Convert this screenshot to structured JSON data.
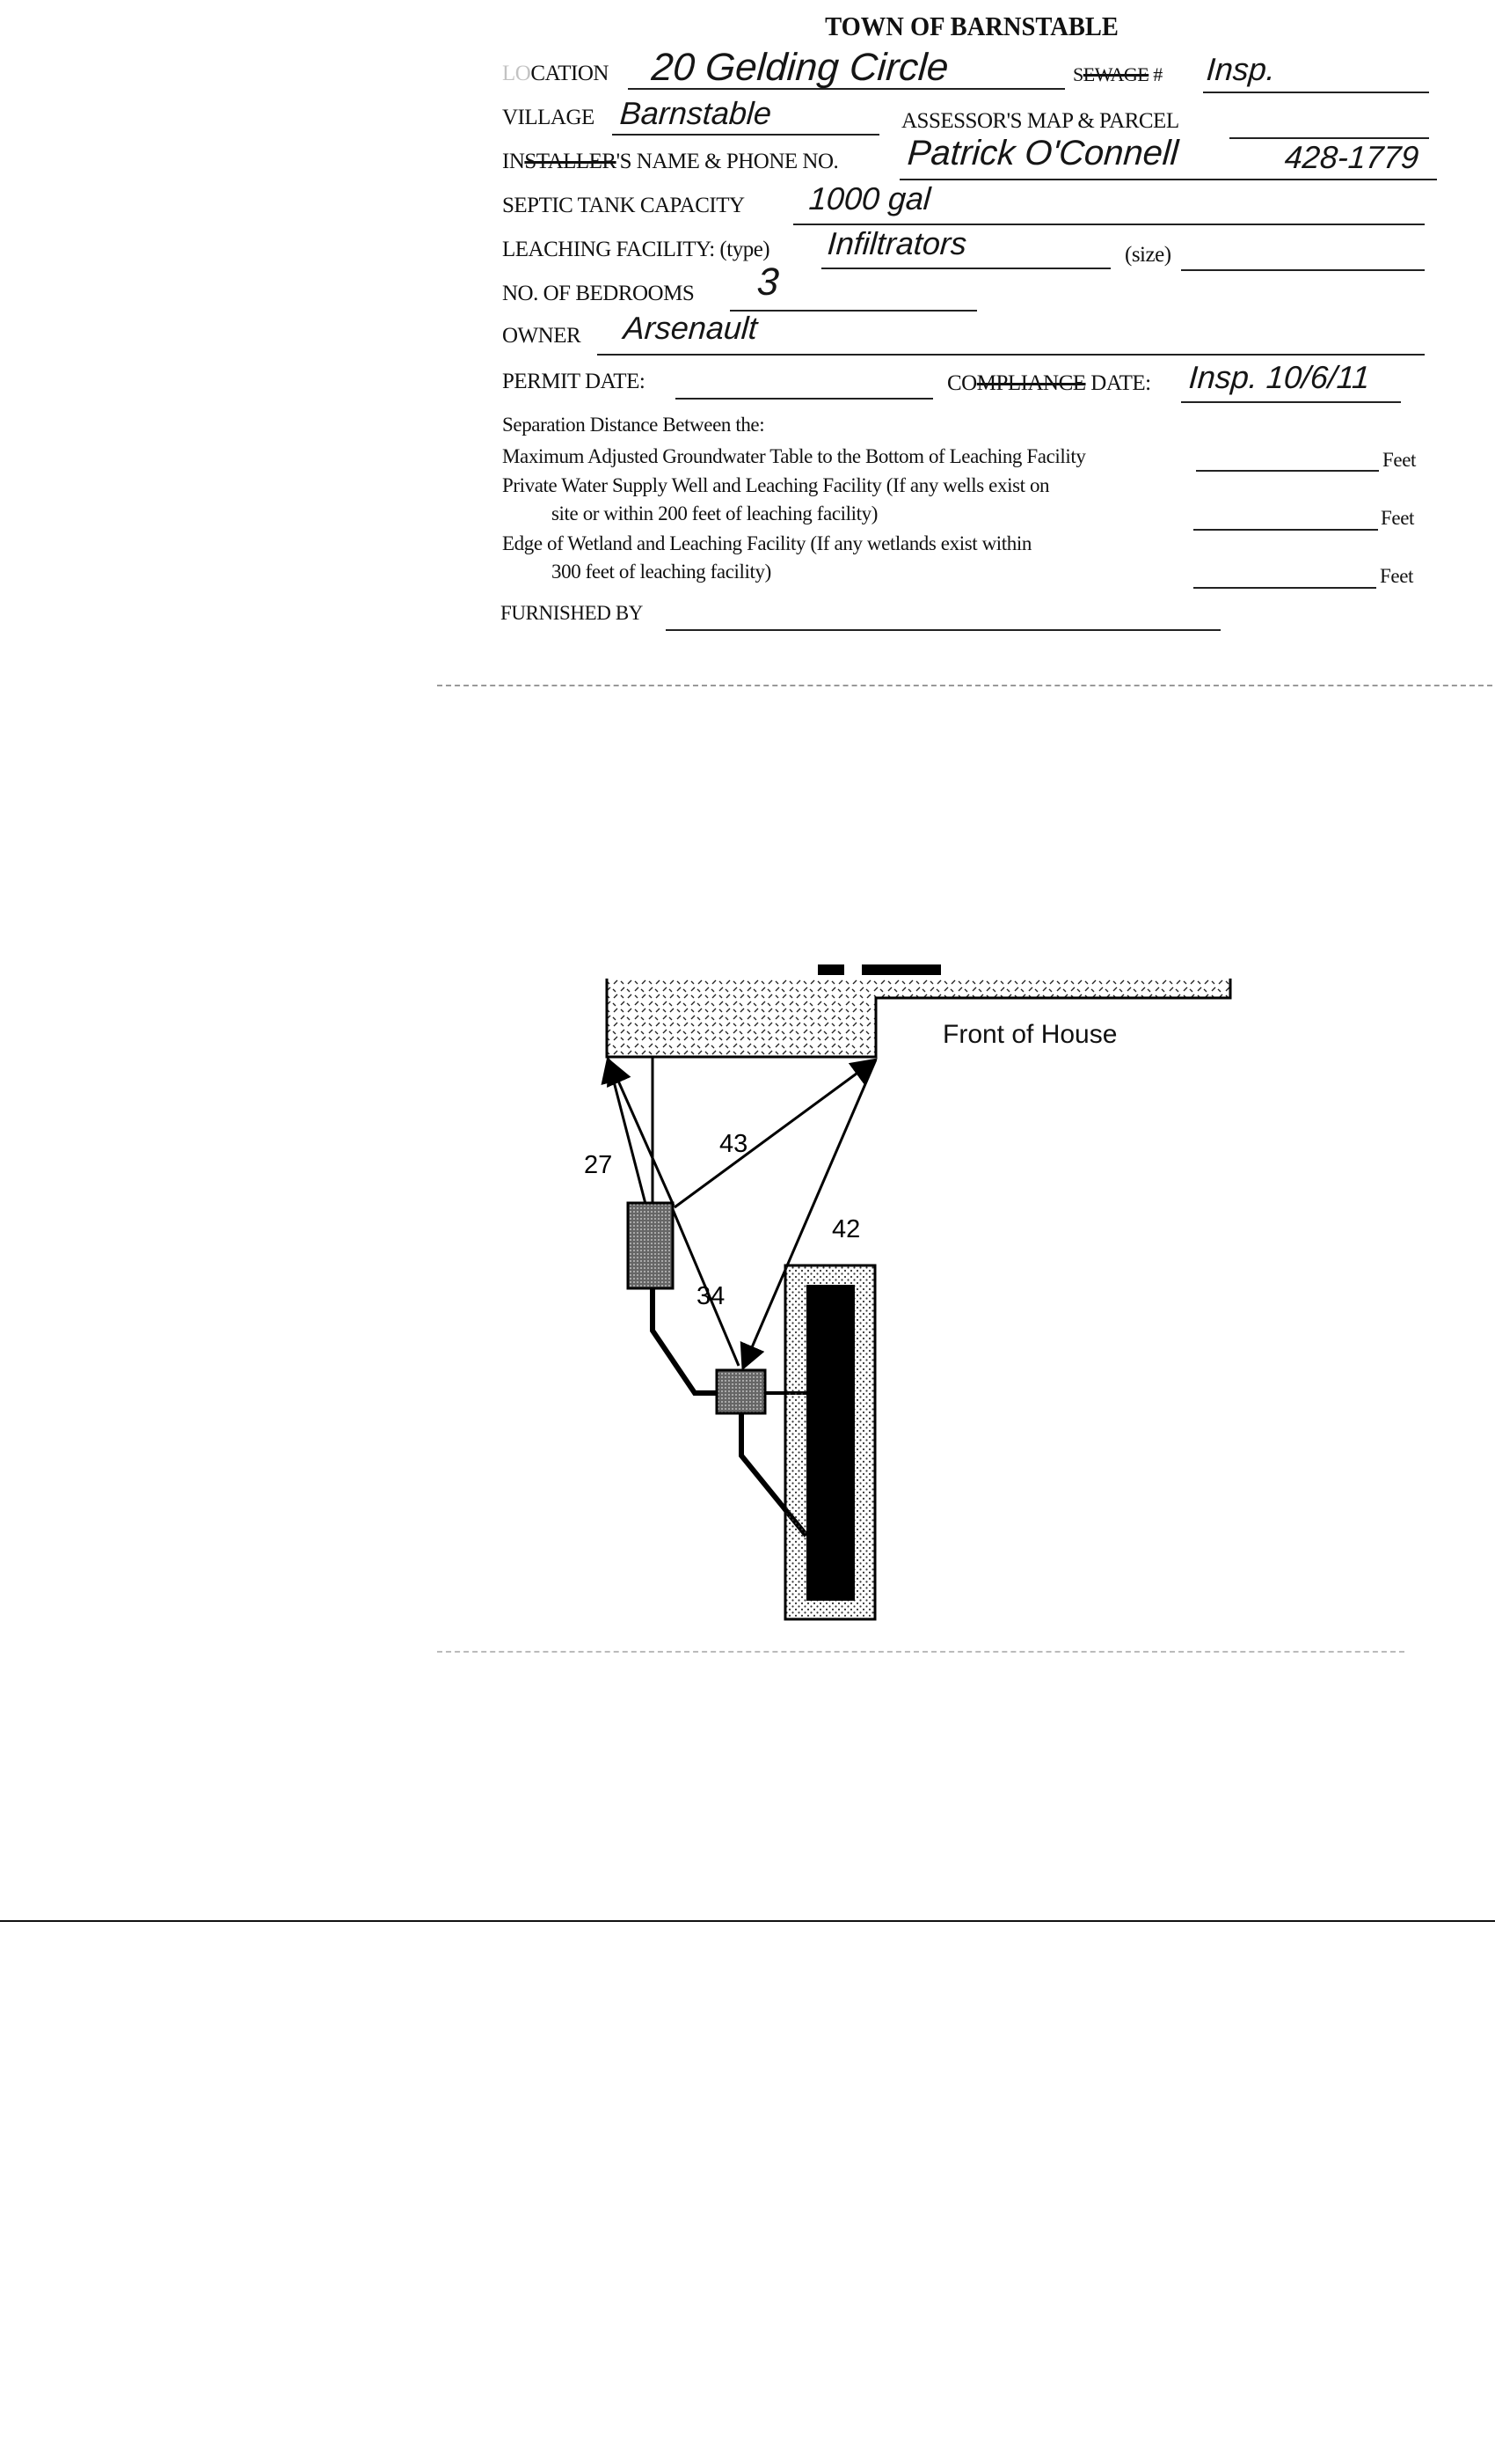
{
  "header": {
    "title": "TOWN OF BARNSTABLE"
  },
  "form": {
    "location": {
      "label_prefix": "LO",
      "label": "CATION",
      "value": "20 Gelding Circle"
    },
    "sewage": {
      "label_s": "S",
      "label_struck": "EWAGE",
      "label_suffix": " #",
      "value": "Insp."
    },
    "village": {
      "label": "VILLAGE",
      "value": "Barnstable"
    },
    "assessor": {
      "label": "ASSESSOR'S MAP & PARCEL",
      "value": ""
    },
    "installer": {
      "label_prefix": "IN",
      "label_struck": "STALLER",
      "label_suffix": "'S NAME & PHONE NO.",
      "name": "Patrick O'Connell",
      "phone": "428-1779"
    },
    "septic_tank": {
      "label": "SEPTIC TANK CAPACITY",
      "value": "1000 gal"
    },
    "leaching": {
      "label": "LEACHING FACILITY: (type)",
      "type": "Infiltrators",
      "size_label": "(size)",
      "size": ""
    },
    "bedrooms": {
      "label": "NO. OF BEDROOMS",
      "value": "3"
    },
    "owner": {
      "label": "OWNER",
      "value": "Arsenault"
    },
    "permit_date": {
      "label": "PERMIT DATE:",
      "value": ""
    },
    "compliance_date": {
      "label_prefix": "CO",
      "label_struck": "MPLIANCE",
      "label_suffix": " DATE:",
      "value": "Insp.  10/6/11"
    }
  },
  "separation": {
    "heading": "Separation Distance Between the:",
    "items": [
      {
        "line1": "Maximum Adjusted Groundwater Table to the Bottom of Leaching Facility",
        "line2": "",
        "unit": "Feet",
        "value": ""
      },
      {
        "line1": "Private Water Supply Well and Leaching Facility (If any wells exist on",
        "line2": "site or within 200 feet of leaching facility)",
        "unit": "Feet",
        "value": ""
      },
      {
        "line1": "Edge of Wetland and Leaching Facility (If any wetlands exist within",
        "line2": "300 feet of leaching facility)",
        "unit": "Feet",
        "value": ""
      }
    ],
    "furnished_by": {
      "label": "FURNISHED BY",
      "value": ""
    }
  },
  "diagram": {
    "house_label": "Front of House",
    "distances": {
      "tank_to_house_left": "27",
      "tank_to_house_corner": "43",
      "dbox_to_house_corner": "42",
      "tank_to_dbox": "34"
    }
  }
}
